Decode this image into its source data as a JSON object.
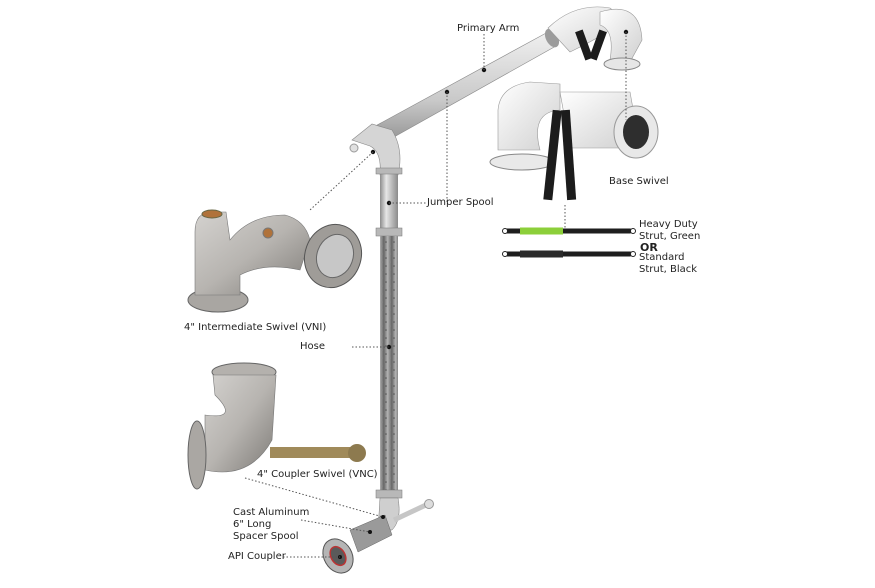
{
  "diagram": {
    "type": "exploded-assembly",
    "subject": "Loading arm assembly with component callouts",
    "labels": {
      "primary_arm": "Primary Arm",
      "base_swivel": "Base Swivel",
      "jumper_spool": "Jumper Spool",
      "heavy_duty_strut": "Heavy Duty Strut, Green",
      "heavy_duty_strut_line1": "Heavy Duty",
      "heavy_duty_strut_line2": "Strut, Green",
      "or": "OR",
      "standard_strut_line1": "Standard",
      "standard_strut_line2": "Strut, Black",
      "intermediate_swivel": "4\" Intermediate Swivel (VNI)",
      "hose": "Hose",
      "coupler_swivel": "4\" Coupler Swivel (VNC)",
      "spacer_spool_line1": "Cast Aluminum",
      "spacer_spool_line2": "6\" Long",
      "spacer_spool_line3": "Spacer Spool",
      "api_coupler": "API Coupler"
    },
    "colors": {
      "metal_light": "#d9d9d9",
      "metal_mid": "#a8a8a8",
      "metal_dark": "#6e6e6e",
      "strut_green": "#8ccf3a",
      "strut_black": "#1e1e1e",
      "leader_line": "#555555",
      "base_white": "#f2f2f2",
      "bronze": "#b0723a"
    }
  }
}
